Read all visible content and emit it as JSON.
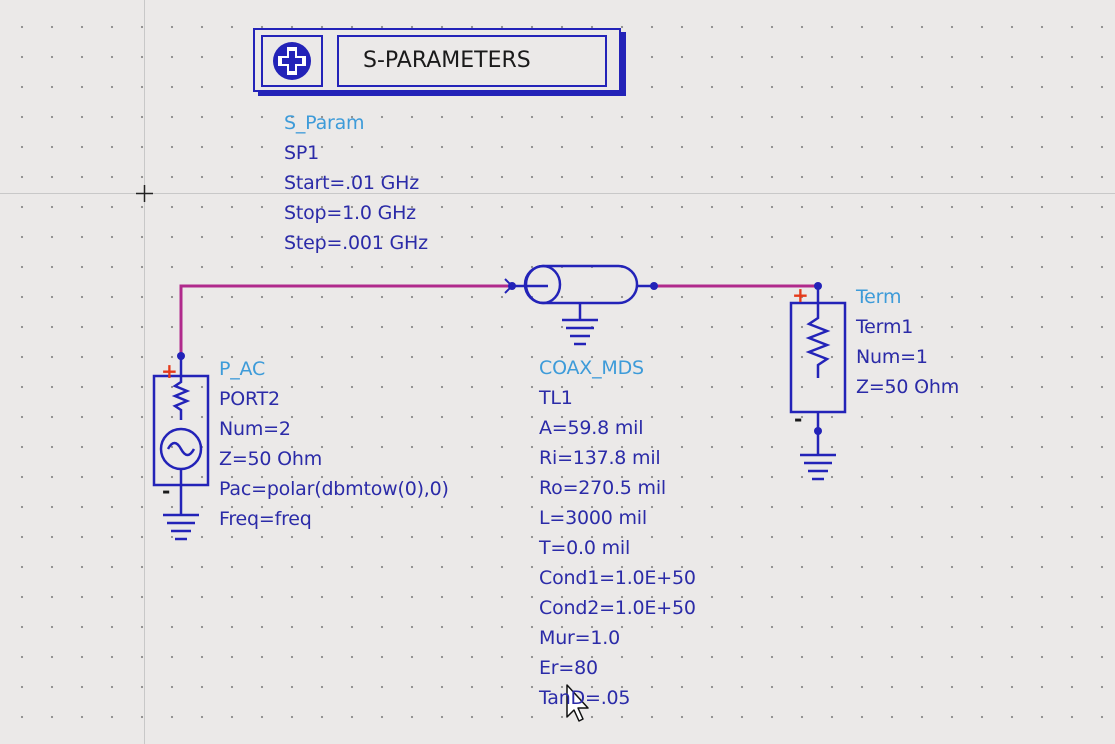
{
  "colors": {
    "background": "#ebe9e8",
    "grid_dot": "#8a8a8a",
    "component": "#2323b8",
    "wire": "#b02a8c",
    "label_type": "#3d9bd9",
    "label_param": "#2b2ba8",
    "pin_plus": "#e53a1a"
  },
  "sparam": {
    "title": "S-PARAMETERS",
    "icon": "s-param-controller-icon",
    "type": "S_Param",
    "params": [
      "SP1",
      "Start=.01 GHz",
      "Stop=1.0 GHz",
      "Step=.001 GHz"
    ]
  },
  "port": {
    "type": "P_AC",
    "icon": "ac-source-icon",
    "params": [
      "PORT2",
      "Num=2",
      "Z=50 Ohm",
      "Pac=polar(dbmtow(0),0)",
      "Freq=freq"
    ]
  },
  "coax": {
    "type": "COAX_MDS",
    "icon": "coax-line-icon",
    "params": [
      "TL1",
      "A=59.8 mil",
      "Ri=137.8 mil",
      "Ro=270.5 mil",
      "L=3000 mil",
      "T=0.0 mil",
      "Cond1=1.0E+50",
      "Cond2=1.0E+50",
      "Mur=1.0",
      "Er=80",
      "TanD=.05"
    ]
  },
  "term": {
    "type": "Term",
    "icon": "resistor-icon",
    "params": [
      "Term1",
      "Num=1",
      "Z=50 Ohm"
    ]
  },
  "pins": {
    "plus": "+",
    "minus": "-"
  },
  "cursor": {
    "icon": "mouse-pointer-icon"
  },
  "crosshair": {
    "icon": "crosshair-icon"
  }
}
